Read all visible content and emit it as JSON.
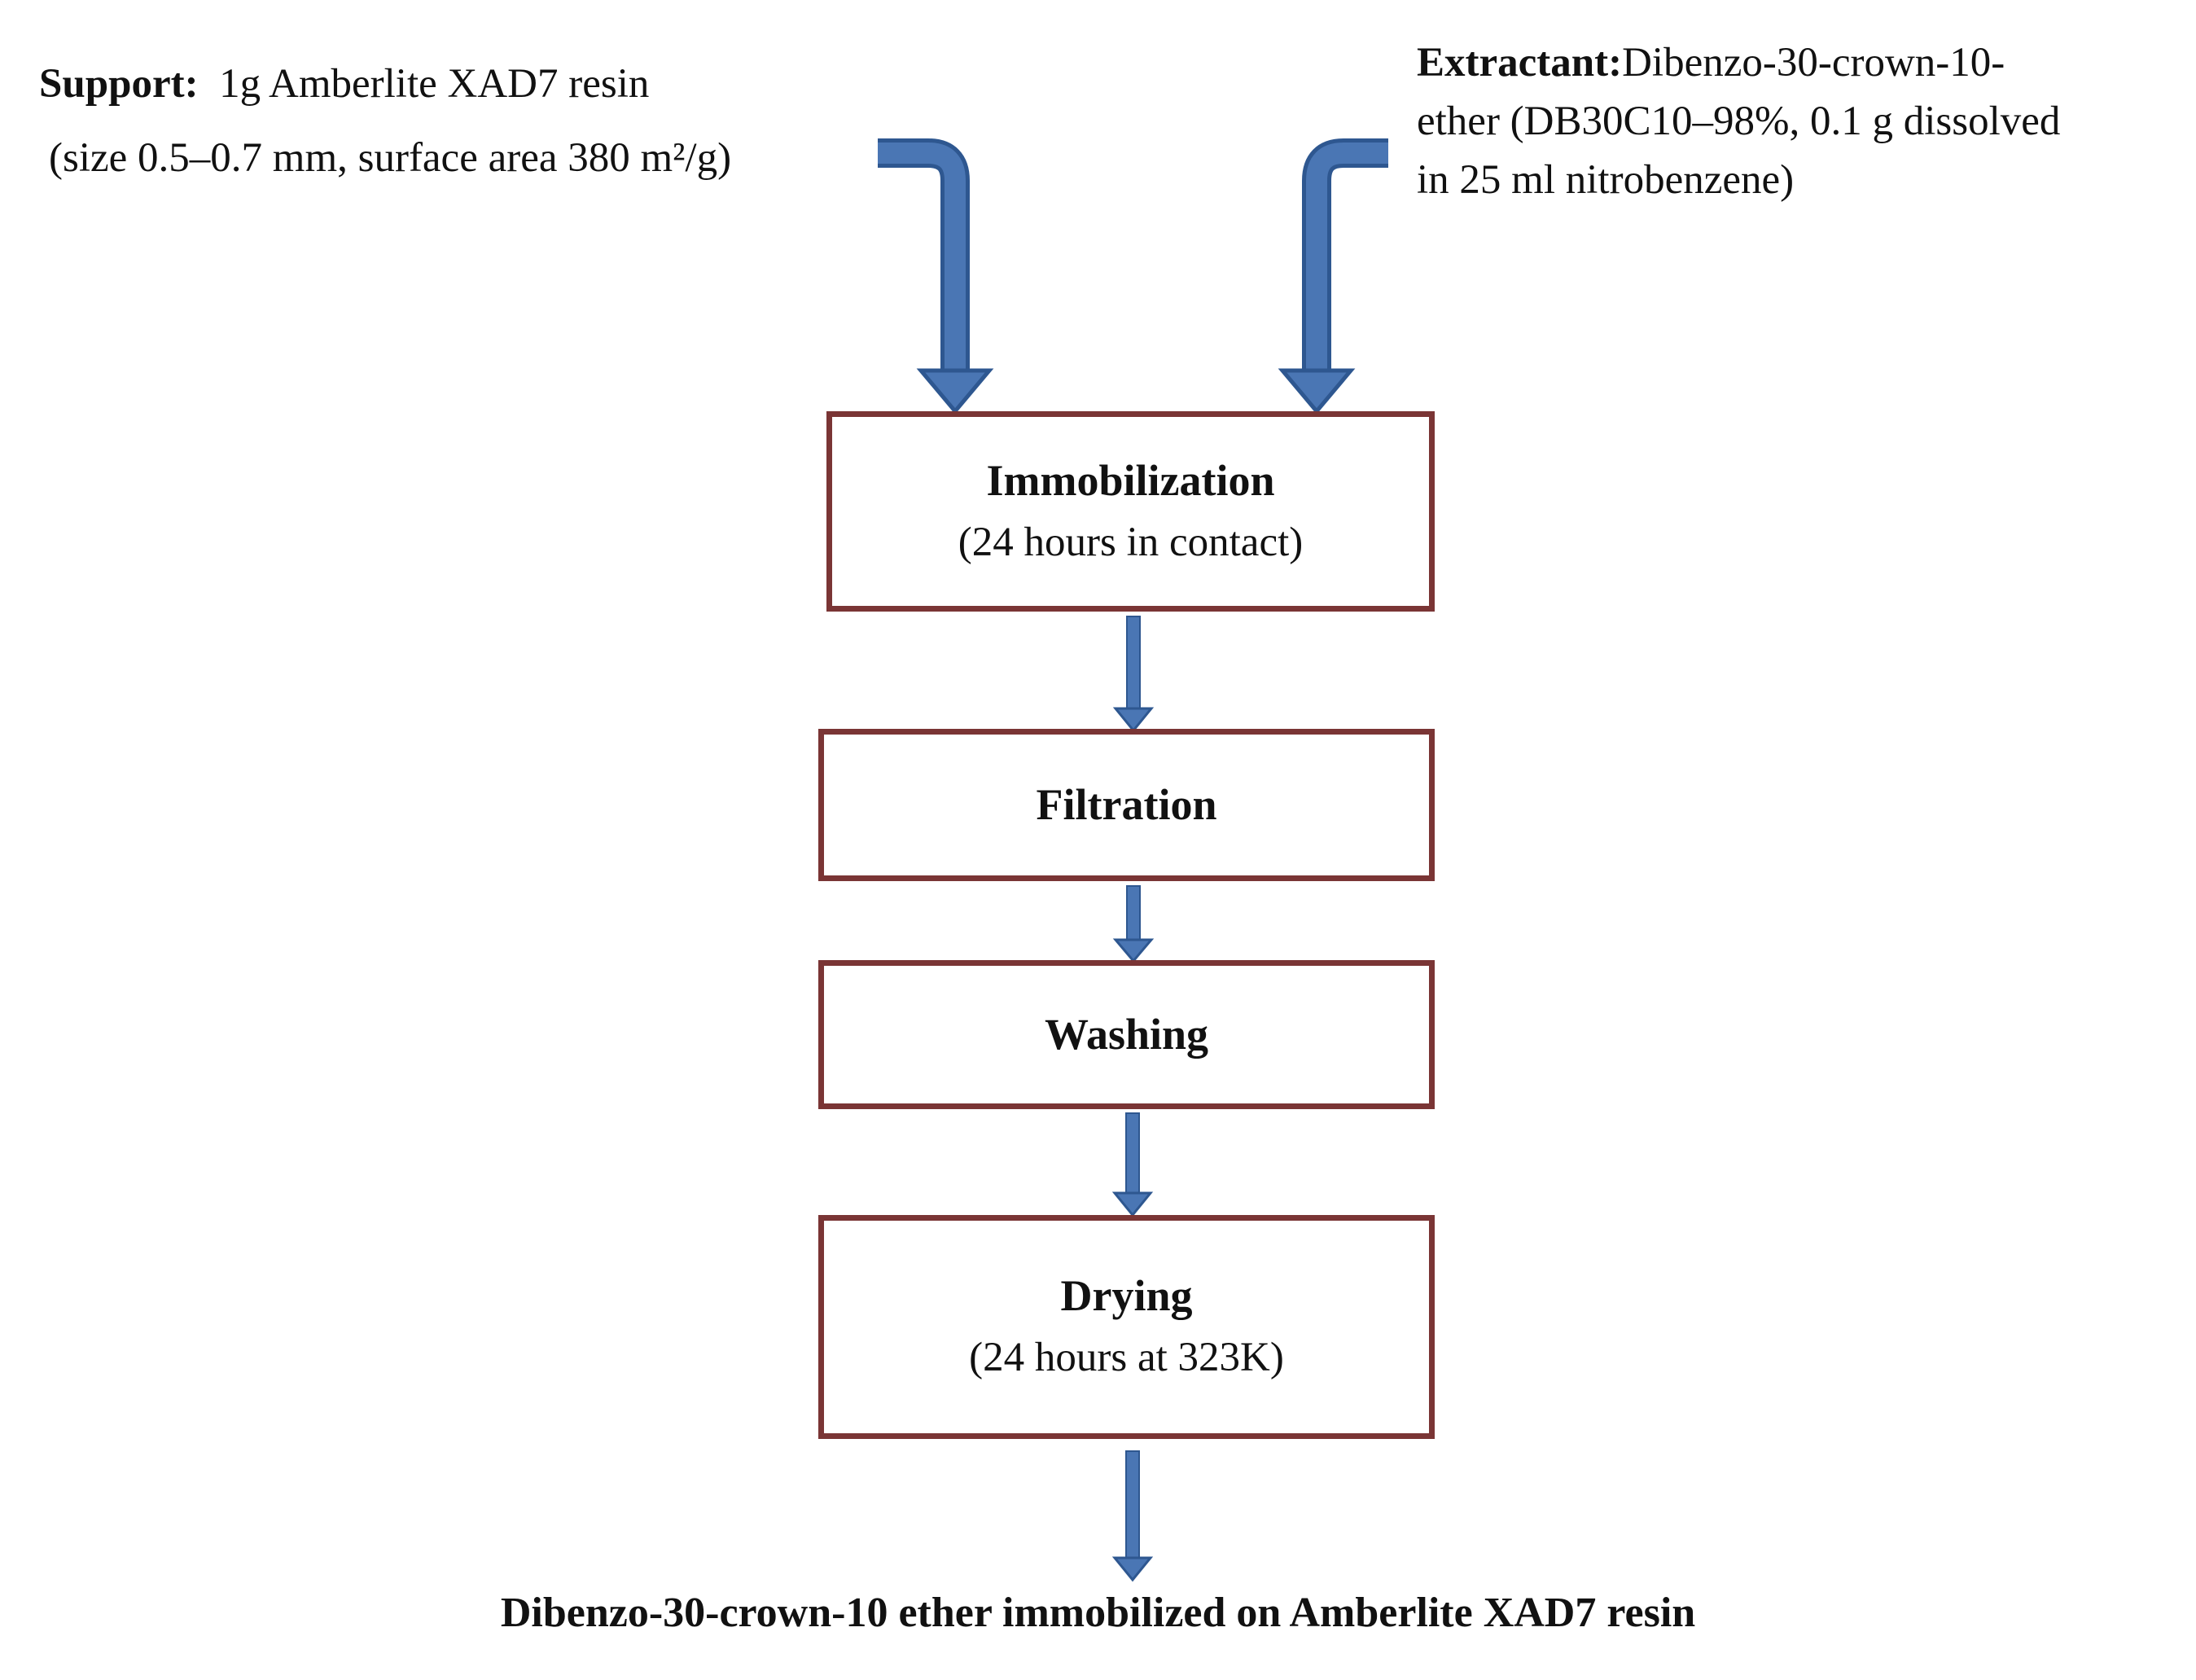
{
  "inputs": {
    "support": {
      "label": "Support:",
      "line1": "1g  Amberlite  XAD7 resin",
      "line2": "(size  0.5–0.7 mm,  surface  area 380 m²/g)"
    },
    "extractant": {
      "label": "Extractant:",
      "line1": "Dibenzo-30-crown-10-",
      "line2": "ether (DB30C10–98%, 0.1 g dissolved",
      "line3": "in 25 ml nitrobenzene)"
    }
  },
  "steps": [
    {
      "title": "Immobilization",
      "subtitle": "(24 hours  in  contact)"
    },
    {
      "title": "Filtration"
    },
    {
      "title": "Washing"
    },
    {
      "title": "Drying",
      "subtitle": "(24 hours  at 323K)"
    }
  ],
  "output": {
    "label": "Dibenzo-30-crown-10  ether immobilized  on Amberlite  XAD7 resin"
  },
  "colors": {
    "box_border": "#7a3535",
    "arrow_fill": "#4a76b4",
    "arrow_stroke": "#2e5790",
    "text": "#111111"
  }
}
